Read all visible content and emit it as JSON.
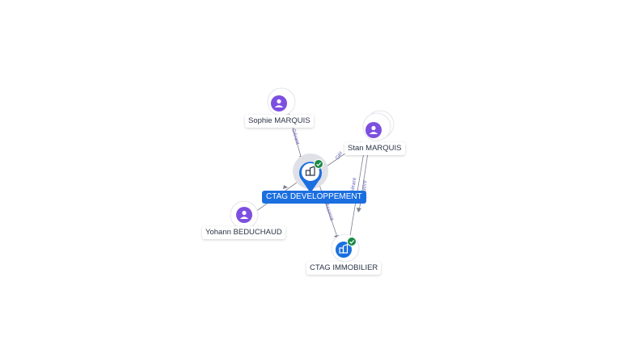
{
  "graph": {
    "company_main": {
      "name": "CTAG DEVELOPPEMENT",
      "verified": true
    },
    "company_sub": {
      "name": "CTAG IMMOBILIER",
      "verified": true
    },
    "people": [
      {
        "name": "Sophie MARQUIS"
      },
      {
        "name": "Stan MARQUIS"
      },
      {
        "name": "Yohann BEDUCHAUD"
      }
    ],
    "edges": [
      {
        "from": "Sophie MARQUIS",
        "to": "CTAG DEVELOPPEMENT",
        "label": "Gérant"
      },
      {
        "from": "Stan MARQUIS",
        "to": "CTAG DEVELOPPEMENT",
        "label": "Gér"
      },
      {
        "from": "Stan MARQUIS",
        "to": "CTAG IMMOBILIER",
        "label": "Gérant"
      },
      {
        "from": "Stan MARQUIS",
        "to": "CTAG IMMOBILIER",
        "label": "Associé"
      },
      {
        "from": "CTAG DEVELOPPEMENT",
        "to": "CTAG IMMOBILIER",
        "label": "Associé"
      },
      {
        "from": "Yohann BEDUCHAUD",
        "to": "CTAG DEVELOPPEMENT",
        "label": ""
      }
    ]
  },
  "colors": {
    "person_icon": "#7d4fe0",
    "company_icon": "#1b6fe0",
    "verified_badge": "#1a8a45",
    "edge_line": "#7a7f8c"
  }
}
